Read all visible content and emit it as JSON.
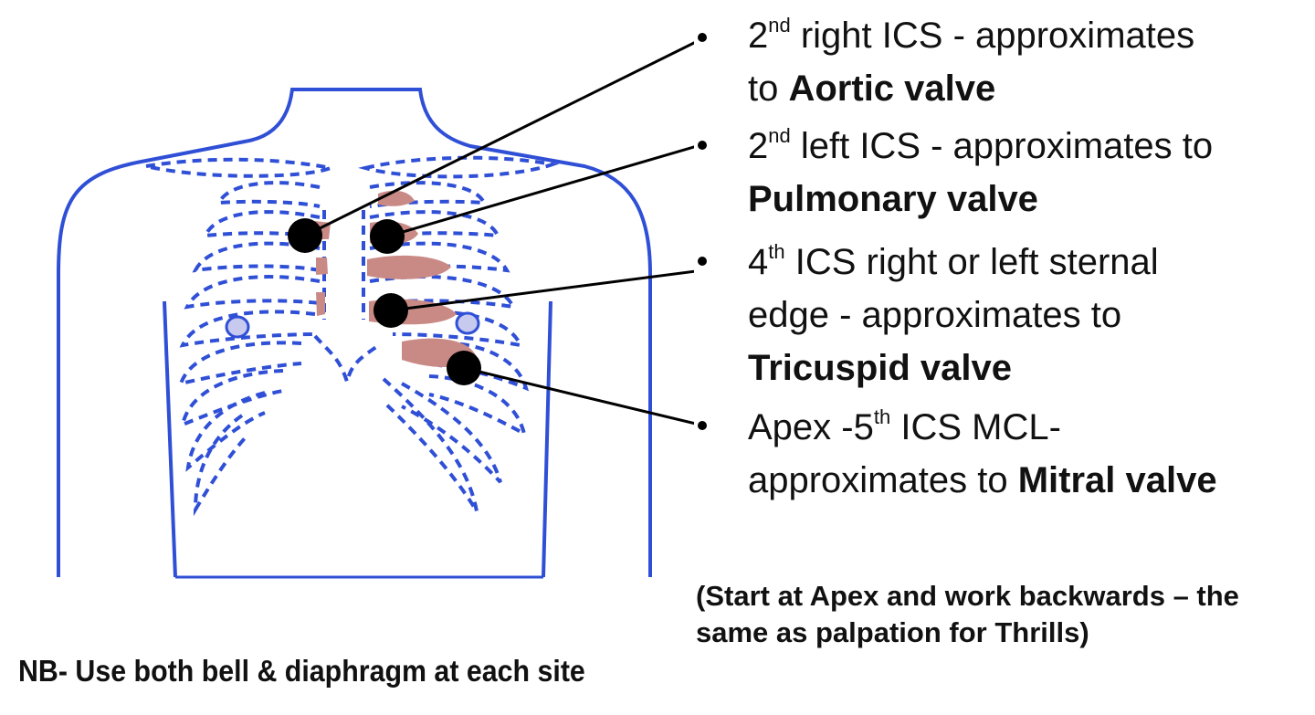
{
  "colors": {
    "outline": "#2f4fd6",
    "highlight": "#c98a86",
    "marker": "#000000"
  },
  "sites": [
    {
      "ordinal": "2",
      "suffix": "nd",
      "text": " right ICS - approximates",
      "line2_prefix": "to ",
      "valve": "Aortic valve"
    },
    {
      "ordinal": "2",
      "suffix": "nd",
      "text": " left ICS - approximates to",
      "line2_prefix": "",
      "valve": "Pulmonary valve"
    },
    {
      "ordinal": "4",
      "suffix": "th",
      "text": " ICS right or left sternal",
      "line2_text": "edge - approximates to",
      "valve": "Tricuspid valve"
    },
    {
      "prefix": "Apex -5",
      "suffix": "th",
      "text": " ICS MCL-",
      "line2_prefix": "approximates to ",
      "valve": "Mitral valve"
    }
  ],
  "note_start": "(Start at Apex and work backwards – the same as palpation for Thrills)",
  "note_nb": "NB- Use both bell & diaphragm at each site"
}
